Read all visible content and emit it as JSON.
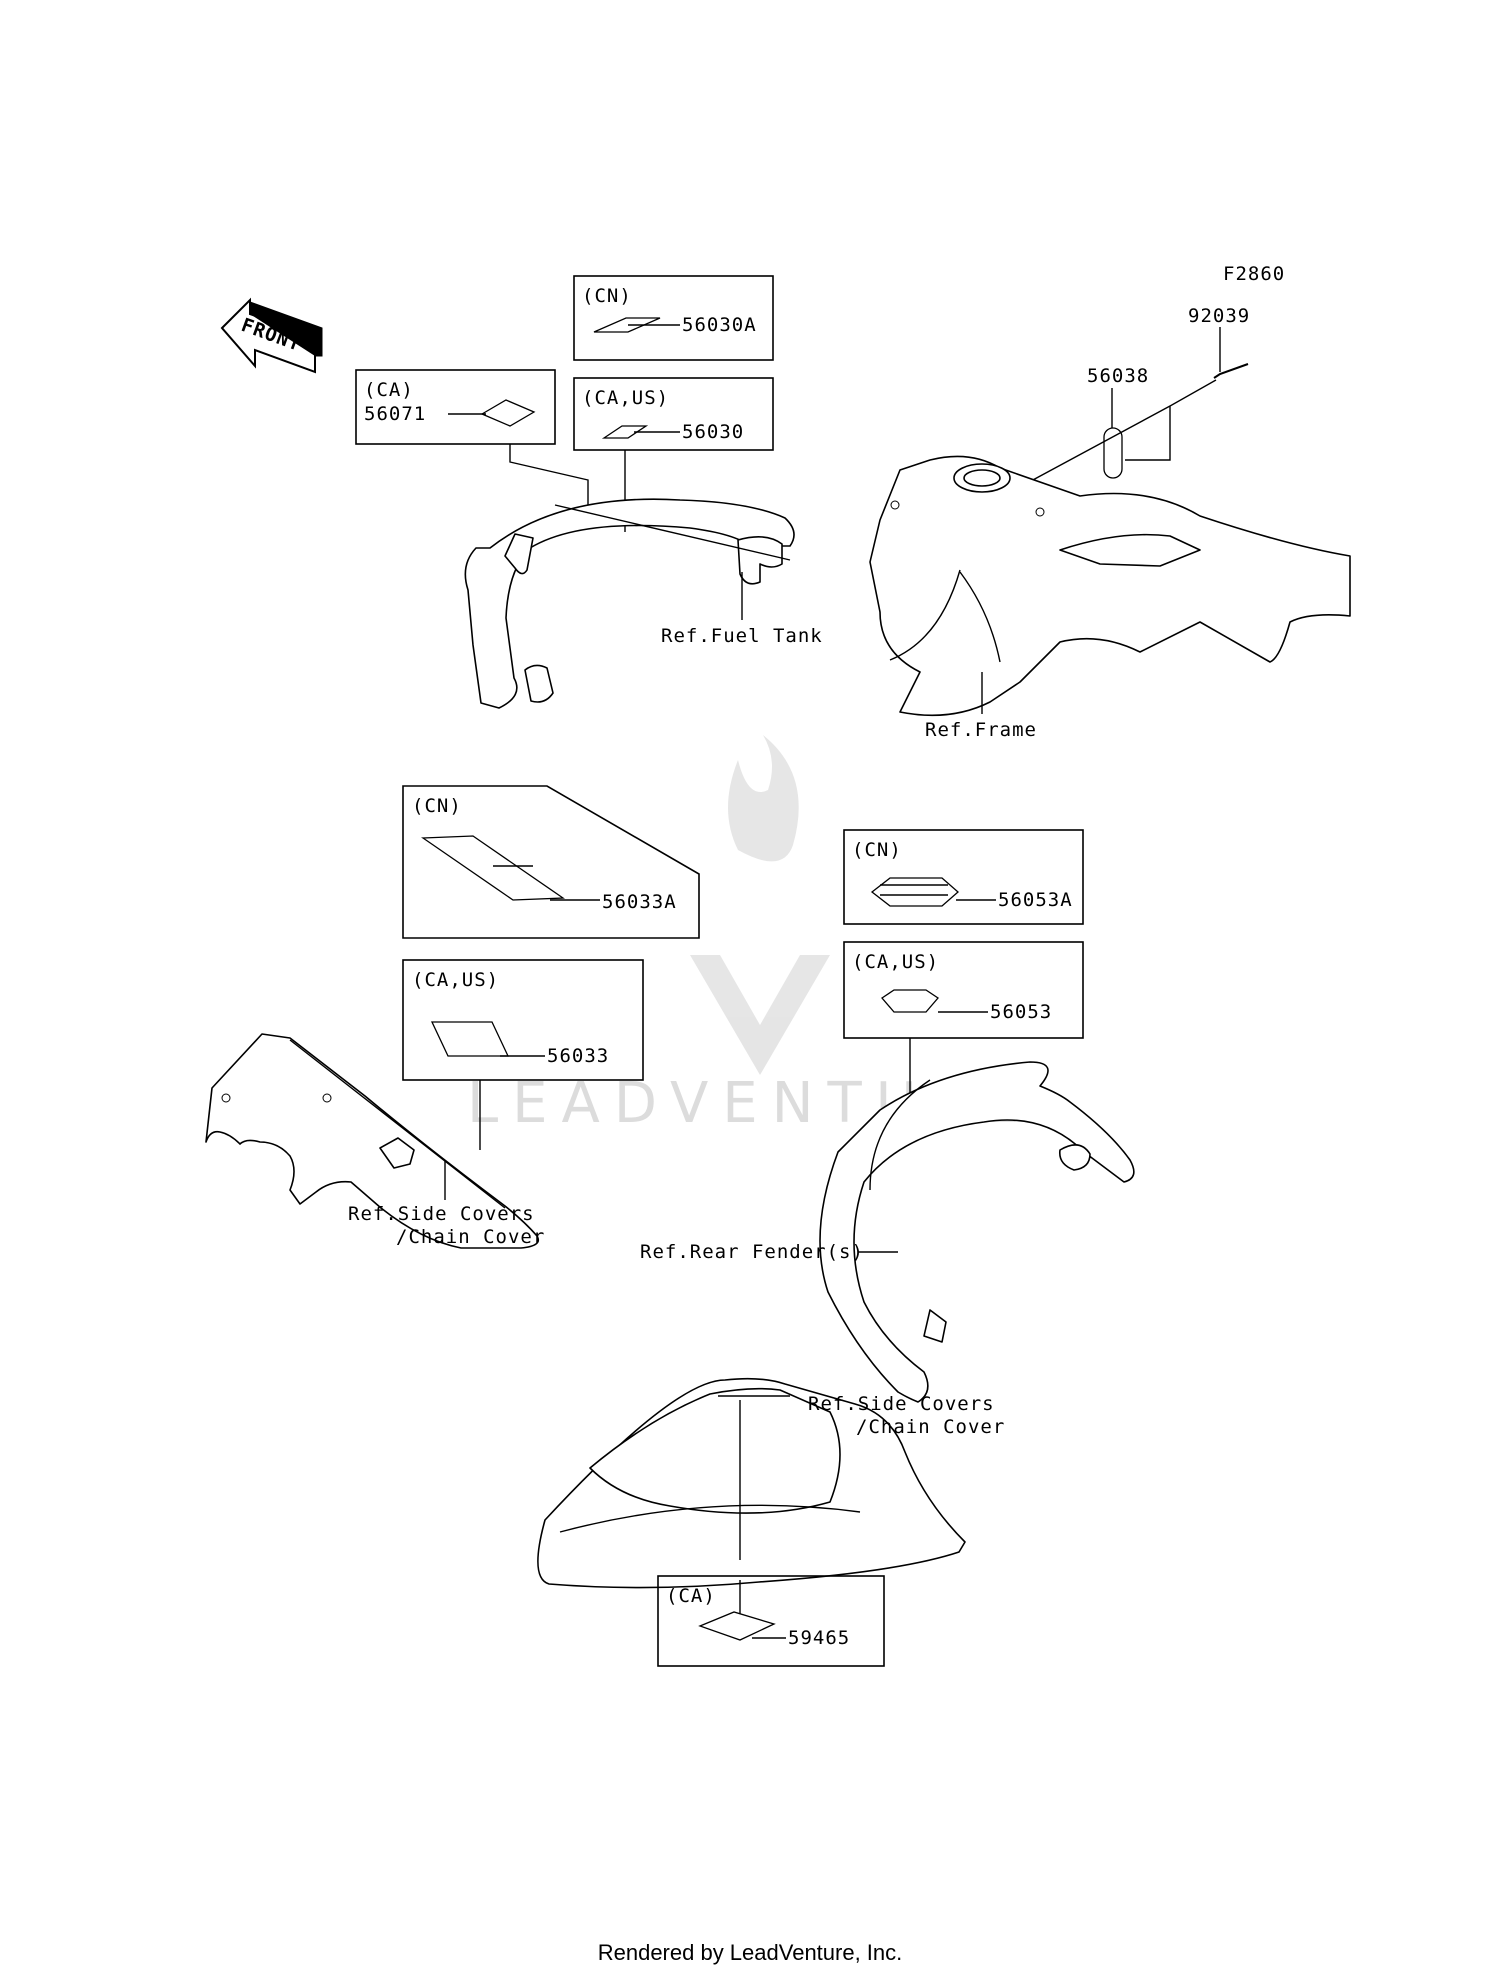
{
  "figure_id": "F2860",
  "front_label": "FRONT",
  "watermark": "LEADVENTURE",
  "boxes": {
    "cn_56030a": {
      "region": "(CN)",
      "part": "56030A"
    },
    "caus_56030": {
      "region": "(CA,US)",
      "part": "56030"
    },
    "ca_56071": {
      "region": "(CA)",
      "part": "56071"
    },
    "cn_56033a": {
      "region": "(CN)",
      "part": "56033A"
    },
    "caus_56033": {
      "region": "(CA,US)",
      "part": "56033"
    },
    "cn_56053a": {
      "region": "(CN)",
      "part": "56053A"
    },
    "caus_56053": {
      "region": "(CA,US)",
      "part": "56053"
    },
    "ca_59465": {
      "region": "(CA)",
      "part": "59465"
    }
  },
  "loose_parts": {
    "p92039": "92039",
    "p56038": "56038"
  },
  "refs": {
    "fuel_tank": "Ref.Fuel Tank",
    "frame": "Ref.Frame",
    "side_covers_1_line1": "Ref.Side Covers",
    "side_covers_1_line2": "/Chain Cover",
    "rear_fender": "Ref.Rear Fender(s)",
    "side_covers_2_line1": "Ref.Side Covers",
    "side_covers_2_line2": "/Chain Cover"
  },
  "footer": "Rendered by LeadVenture, Inc."
}
